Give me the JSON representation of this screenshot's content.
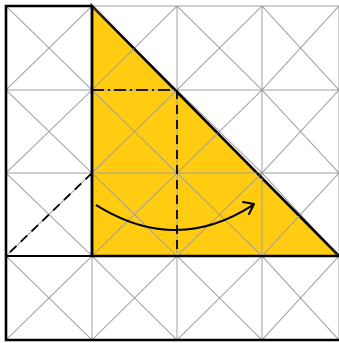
{
  "diagram": {
    "grid": {
      "columns": 4,
      "rows": 4,
      "diagonals": true
    },
    "colors": {
      "fold_fill": "#FFCC11",
      "grid_line": "#A0A0A0",
      "outline": "#000000",
      "background": "#FFFFFF"
    },
    "instruction": {
      "action": "fold",
      "arrow_direction": "left-to-right",
      "crease_lines": [
        "dash-dot",
        "dashed"
      ]
    }
  }
}
